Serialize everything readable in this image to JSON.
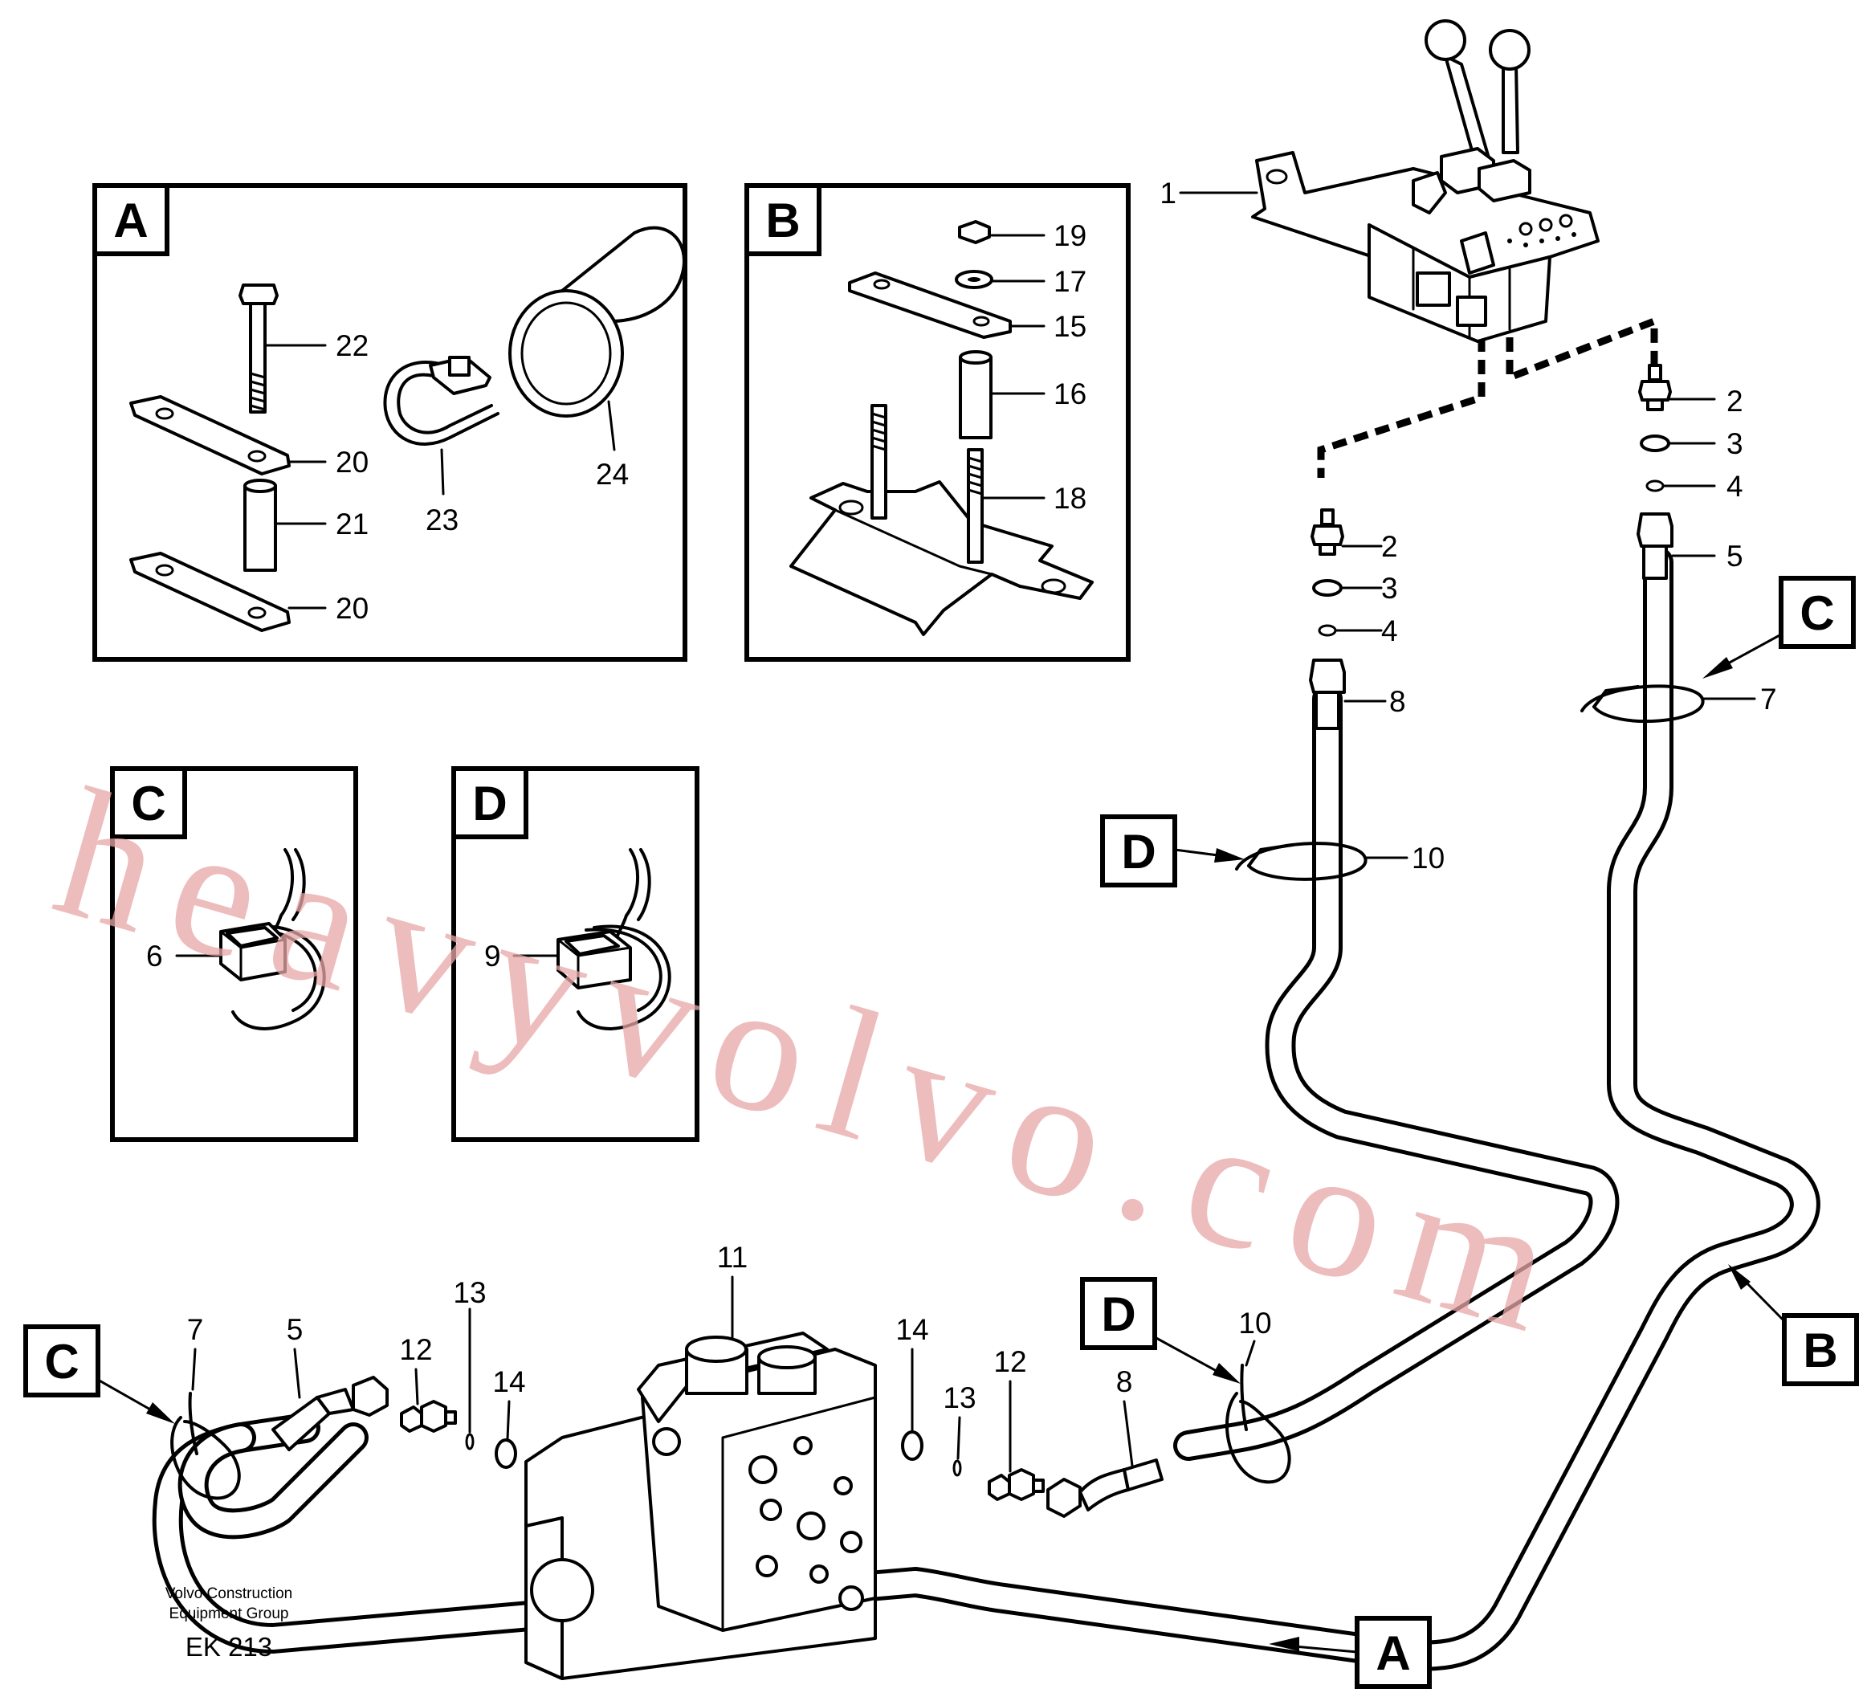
{
  "inset_labels": {
    "A": "A",
    "B": "B",
    "C": "C",
    "D": "D"
  },
  "reference_labels": {
    "C_top_right": "C",
    "D_mid_left": "D",
    "C_bottom_left": "C",
    "D_bottom_mid": "D",
    "B_bottom_right": "B",
    "A_bottom": "A"
  },
  "callouts": {
    "a22": "22",
    "a20_top": "20",
    "a21": "21",
    "a20_bot": "20",
    "a23": "23",
    "a24": "24",
    "b19": "19",
    "b17": "17",
    "b15": "15",
    "b16": "16",
    "b18": "18",
    "c6": "6",
    "d9": "9",
    "p1": "1",
    "p2_right": "2",
    "p3_right": "3",
    "p4_right": "4",
    "p5_right": "5",
    "p7_right": "7",
    "p2_left": "2",
    "p3_left": "3",
    "p4_left": "4",
    "p8_left": "8",
    "p10_left": "10",
    "p11": "11",
    "p7_bottom": "7",
    "p5_bottom": "5",
    "p12_left": "12",
    "p13_left": "13",
    "p14_left": "14",
    "p14_right": "14",
    "p13_right": "13",
    "p12_right": "12",
    "p8_bottom": "8",
    "p10_bottom": "10"
  },
  "footer": {
    "line1": "Volvo Construction",
    "line2": "Equipment Group",
    "code": "EK 213"
  },
  "watermark": "heavyvolvo.com"
}
